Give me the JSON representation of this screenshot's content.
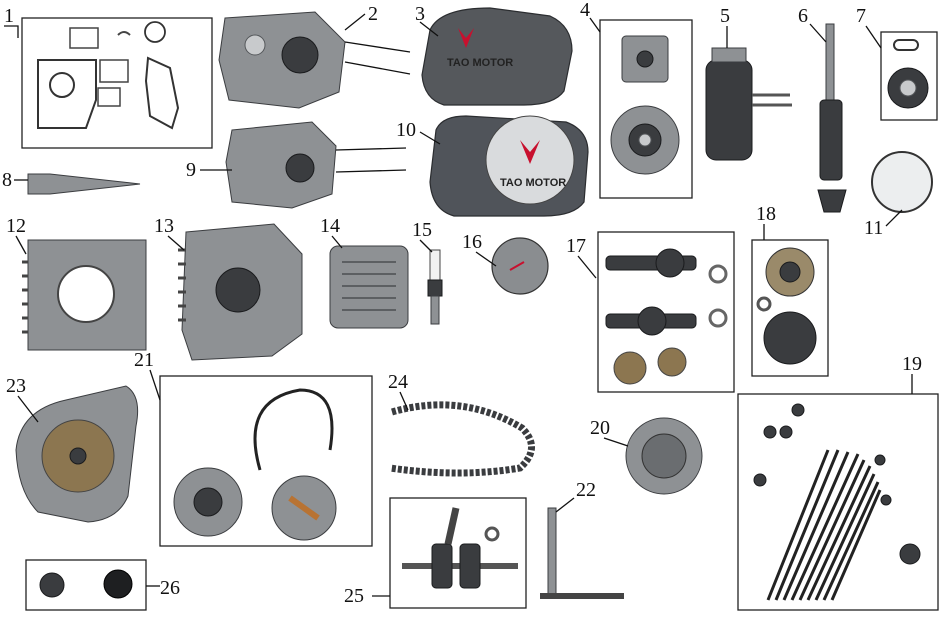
{
  "diagram": {
    "callouts": [
      "1",
      "2",
      "3",
      "4",
      "5",
      "6",
      "7",
      "8",
      "9",
      "10",
      "11",
      "12",
      "13",
      "14",
      "15",
      "16",
      "17",
      "18",
      "19",
      "20",
      "21",
      "22",
      "23",
      "24",
      "25",
      "26"
    ],
    "cover_logo_text": "TAO MOTOR",
    "cover_logo_text_2": "TAO MOTOR",
    "brand_color": "#c8102e"
  }
}
